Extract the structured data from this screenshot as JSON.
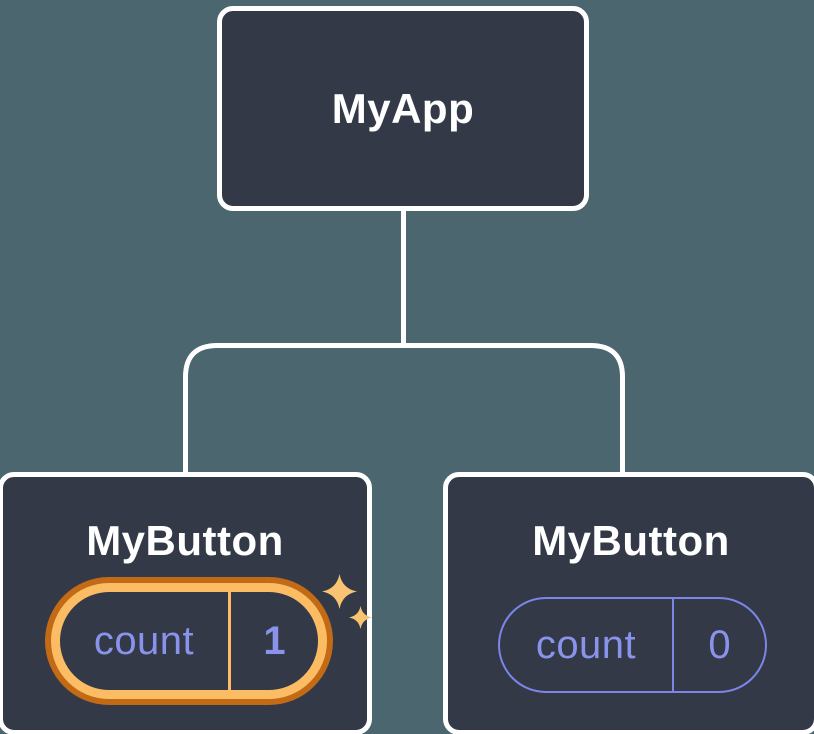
{
  "colors": {
    "background": "#4b666f",
    "card": "#333947",
    "card_border": "#ffffff",
    "connector": "#ffffff",
    "label_text": "#ffffff",
    "state_text": "#8a93ec",
    "state_border": "#7b86e8",
    "highlight_ring_outer": "#c26a15",
    "highlight_ring_inner": "#fbbc64",
    "sparkle": "#f8c473"
  },
  "tree": {
    "root": {
      "label": "MyApp"
    },
    "children": [
      {
        "label": "MyButton",
        "state": {
          "key": "count",
          "value": "1"
        },
        "highlighted": true
      },
      {
        "label": "MyButton",
        "state": {
          "key": "count",
          "value": "0"
        },
        "highlighted": false
      }
    ]
  }
}
